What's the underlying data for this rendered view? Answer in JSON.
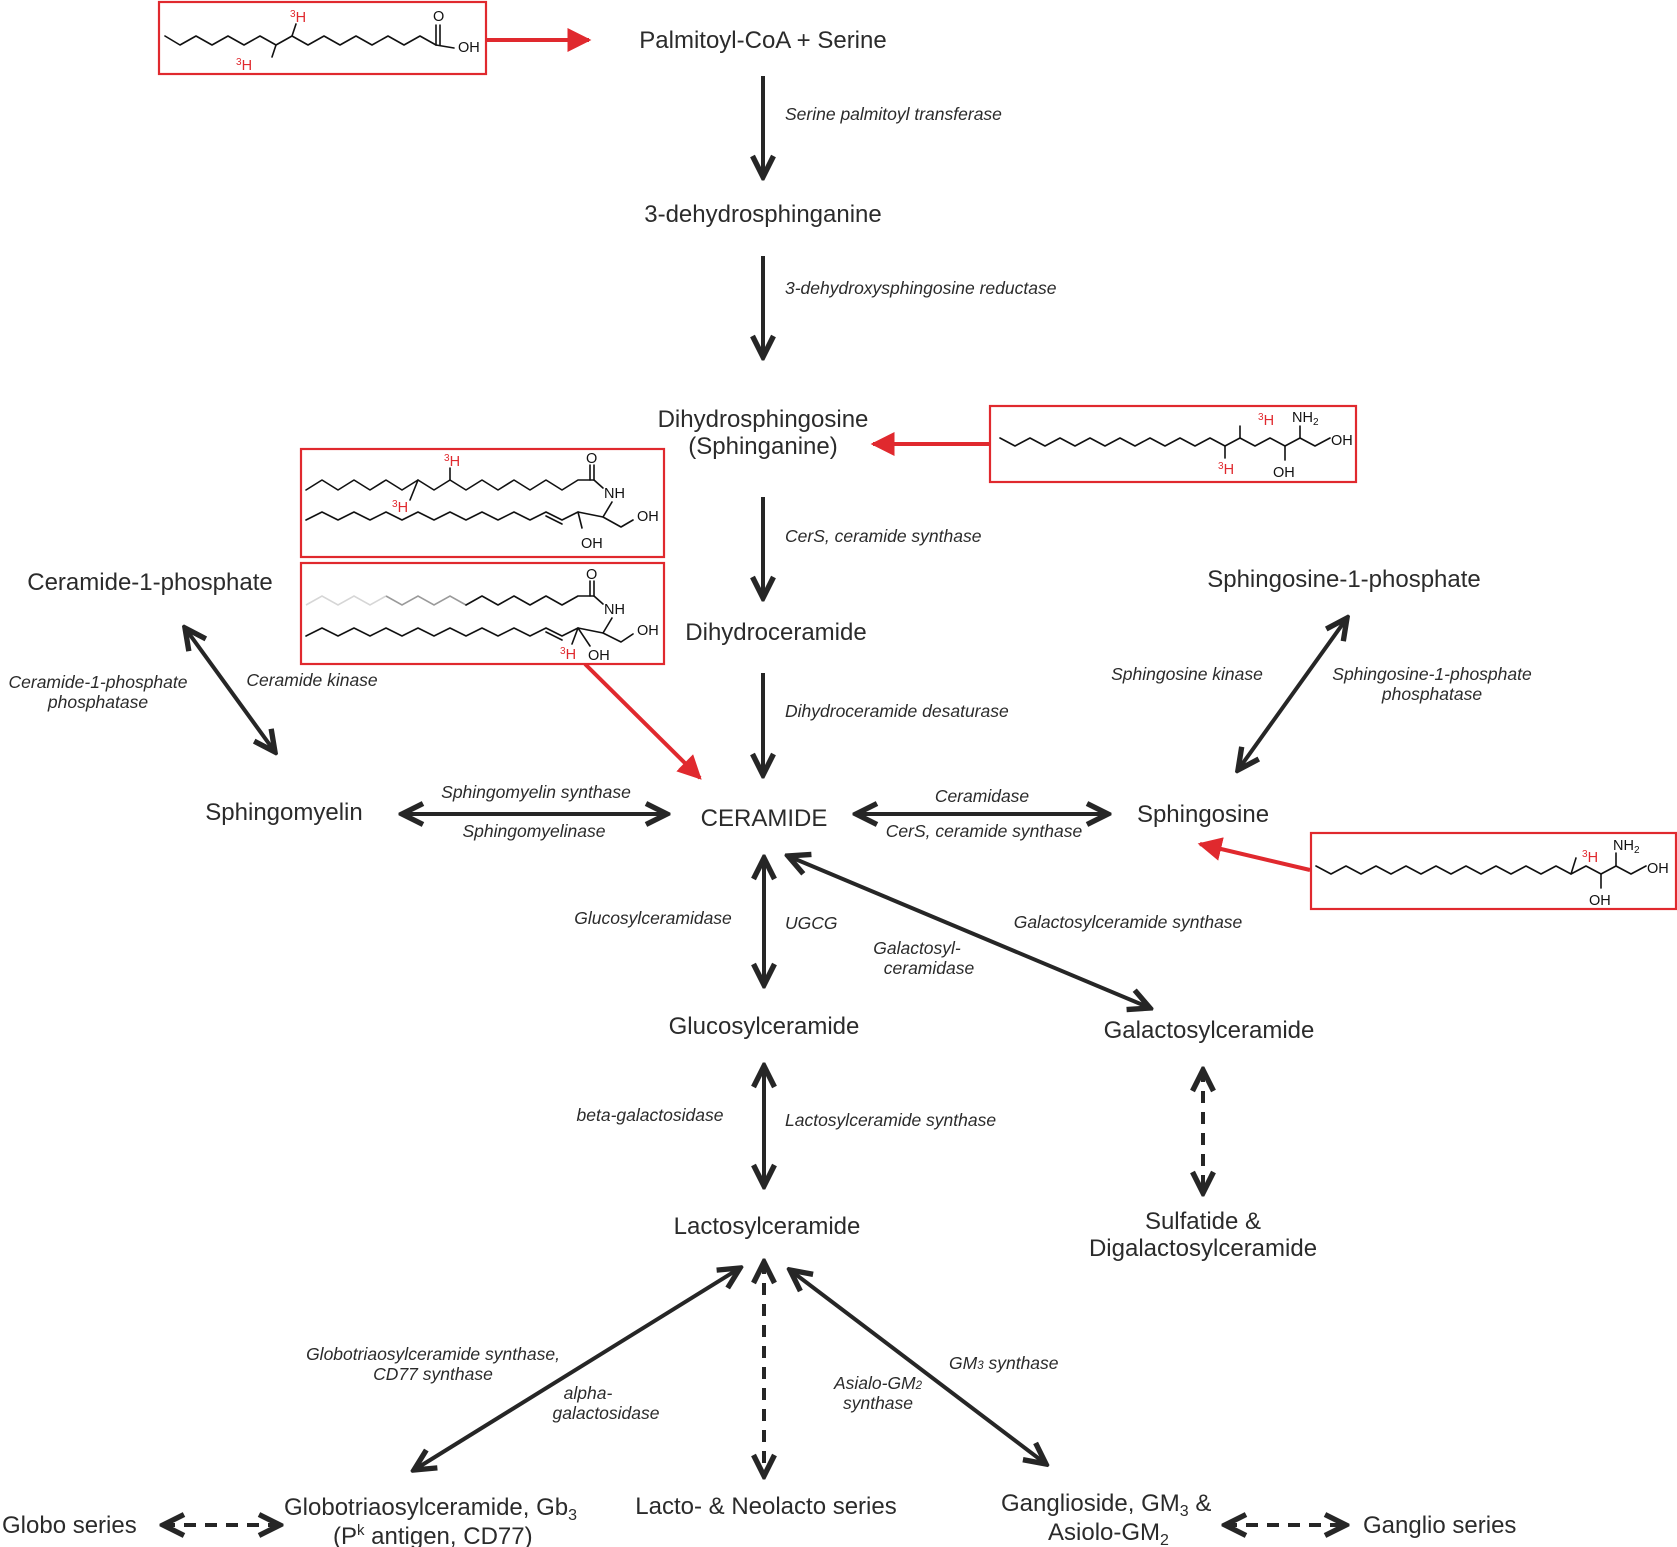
{
  "nodes": {
    "palmitoyl": "Palmitoyl-CoA + Serine",
    "dehydro": "3-dehydrosphinganine",
    "dihydrosph_1": "Dihydrosphingosine",
    "dihydrosph_2": "(Sphinganine)",
    "dihydroceramide": "Dihydroceramide",
    "ceramide": "CERAMIDE",
    "cer1p": "Ceramide-1-phosphate",
    "sphingomyelin": "Sphingomyelin",
    "s1p": "Sphingosine-1-phosphate",
    "sphingosine": "Sphingosine",
    "glucosylceramide": "Glucosylceramide",
    "galactosylceramide": "Galactosylceramide",
    "lactosylceramide": "Lactosylceramide",
    "sulfatide_1": "Sulfatide &",
    "sulfatide_2": "Digalactosylceramide",
    "globo_series": "Globo series",
    "gb3_1a": "Globotriaosylceramide, Gb",
    "gb3_1b": "3",
    "gb3_2a": "(P",
    "gb3_2b": "k",
    "gb3_2c": " antigen, CD77)",
    "lacto_series": "Lacto- & Neolacto series",
    "gm3_1a": "Ganglioside, GM",
    "gm3_1b": "3",
    "gm3_1c": " &",
    "gm3_2a": "Asiolo-GM",
    "gm3_2b": "2",
    "ganglio_series": "Ganglio series"
  },
  "enzymes": {
    "spt": "Serine palmitoyl transferase",
    "dsr": "3-dehydroxysphingosine reductase",
    "cers1": "CerS, ceramide synthase",
    "dcd": "Dihydroceramide desaturase",
    "c1pp_1": "Ceramide-1-phosphate",
    "c1pp_2": "phosphatase",
    "cerk": "Ceramide kinase",
    "sms": "Sphingomyelin synthase",
    "smase": "Sphingomyelinase",
    "cdase": "Ceramidase",
    "cers2": "CerS, ceramide synthase",
    "sphk": "Sphingosine kinase",
    "s1pp_1": "Sphingosine-1-phosphate",
    "s1pp_2": "phosphatase",
    "gcase": "Glucosylceramidase",
    "ugcg": "UGCG",
    "galcs": "Galactosylceramide synthase",
    "galcase_1": "Galactosyl-",
    "galcase_2": "ceramidase",
    "bgal": "beta-galactosidase",
    "lcs": "Lactosylceramide synthase",
    "gb3s_1": "Globotriaosylceramide synthase,",
    "gb3s_2": "CD77 synthase",
    "agal_1": "alpha-",
    "agal_2": "galactosidase",
    "agm2_1a": "Asialo-GM",
    "agm2_1b": "2",
    "agm2_2": "synthase",
    "gm3s_a": "GM",
    "gm3s_b": "3",
    "gm3s_c": " synthase"
  },
  "structures": {
    "atoms": {
      "oxygen": "O",
      "hydroxyl": "OH",
      "amine_n": "NH",
      "amine_sub": "2",
      "amide_nh": "NH"
    },
    "tritium_mass": "3",
    "tritium_symbol": "H"
  },
  "colors": {
    "accent_red": "#e0292e",
    "arrow_dark": "#262626",
    "text": "#2b2b2b"
  }
}
